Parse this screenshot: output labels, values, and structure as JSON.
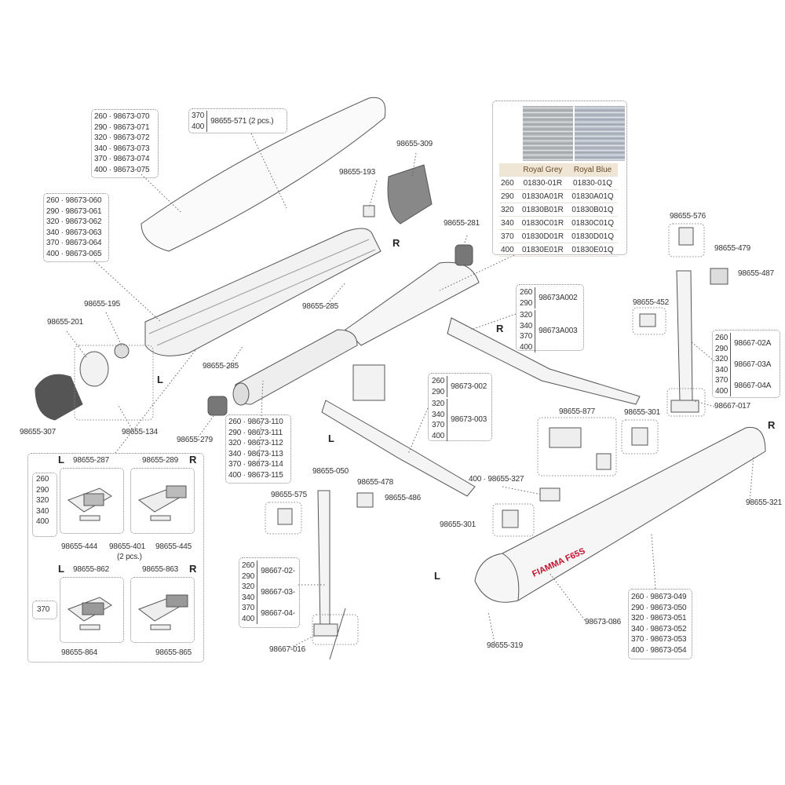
{
  "labels": {
    "cover_top": [
      "260 · 98673-070",
      "290 · 98673-071",
      "320 · 98673-072",
      "340 · 98673-073",
      "370 · 98673-074",
      "400 · 98673-075"
    ],
    "clip_sizes": [
      "370",
      "400"
    ],
    "clip_code": "98655-571 (2 pcs.)",
    "profile": [
      "260 · 98673-060",
      "290 · 98673-061",
      "320 · 98673-062",
      "340 · 98673-063",
      "370 · 98673-064",
      "400 · 98673-065"
    ],
    "roller": [
      "260 · 98673-110",
      "290 · 98673-111",
      "320 · 98673-112",
      "340 · 98673-113",
      "370 · 98673-114",
      "400 · 98673-115"
    ],
    "front": [
      "260 · 98673-049",
      "290 · 98673-050",
      "320 · 98673-051",
      "340 · 98673-052",
      "370 · 98673-053",
      "400 · 98673-054"
    ],
    "p309": "98655-309",
    "p193": "98655-193",
    "p281": "98655-281",
    "p285a": "98655-285",
    "p285b": "98655-285",
    "p195": "98655-195",
    "p201": "98655-201",
    "p307": "98655-307",
    "p134": "98655-134",
    "p279": "98655-279",
    "p576": "98655-576",
    "p479": "98655-479",
    "p487": "98655-487",
    "p452": "98655-452",
    "p017": "98667-017",
    "p877": "98655-877",
    "p301a": "98655-301",
    "p301b": "98655-301",
    "p321": "98655-321",
    "p327": "400 · 98655-327",
    "p050": "98655-050",
    "p478": "98655-478",
    "p486": "98655-486",
    "p575": "98655-575",
    "p016": "98667-016",
    "p319": "98655-319",
    "p086": "98673-086",
    "L": "L",
    "R": "R"
  },
  "arm_r": {
    "g1": [
      "260",
      "290"
    ],
    "c1": "98673A002",
    "g2": [
      "320",
      "340",
      "370",
      "400"
    ],
    "c2": "98673A003"
  },
  "arm_l": {
    "g1": [
      "260",
      "290"
    ],
    "c1": "98673-002",
    "g2": [
      "320",
      "340",
      "370",
      "400"
    ],
    "c2": "98673-003"
  },
  "leg_r": {
    "g1": [
      "260",
      "290"
    ],
    "c1": "98667-02A",
    "g2": [
      "320",
      "340"
    ],
    "c2": "98667-03A",
    "g3": [
      "370",
      "400"
    ],
    "c3": "98667-04A"
  },
  "leg_l": {
    "g1": [
      "260",
      "290"
    ],
    "c1": "98667-02-",
    "g2": [
      "320",
      "340"
    ],
    "c2": "98667-03-",
    "g3": [
      "370",
      "400"
    ],
    "c3": "98667-04-"
  },
  "fabric": {
    "headers": [
      "",
      "Royal Grey",
      "Royal Blue"
    ],
    "rows": [
      [
        "260",
        "01830-01R",
        "01830-01Q"
      ],
      [
        "290",
        "01830A01R",
        "01830A01Q"
      ],
      [
        "320",
        "01830B01R",
        "01830B01Q"
      ],
      [
        "340",
        "01830C01R",
        "01830C01Q"
      ],
      [
        "370",
        "01830D01R",
        "01830D01Q"
      ],
      [
        "400",
        "01830E01R",
        "01830E01Q"
      ]
    ],
    "grey": "#b4b8bb",
    "blue": "#b3bcc8",
    "header_bg": "#efe6d6"
  },
  "brackets": {
    "sizes_a": [
      "260",
      "290",
      "320",
      "340",
      "400"
    ],
    "size_b": "370",
    "l287": "98655-287",
    "r289": "98655-289",
    "p444": "98655-444",
    "p401": "98655-401",
    "p401n": "(2 pcs.)",
    "p445": "98655-445",
    "l862": "98655-862",
    "r863": "98655-863",
    "p864": "98655-864",
    "p865": "98655-865"
  },
  "logo": "FIAMMA F65S"
}
